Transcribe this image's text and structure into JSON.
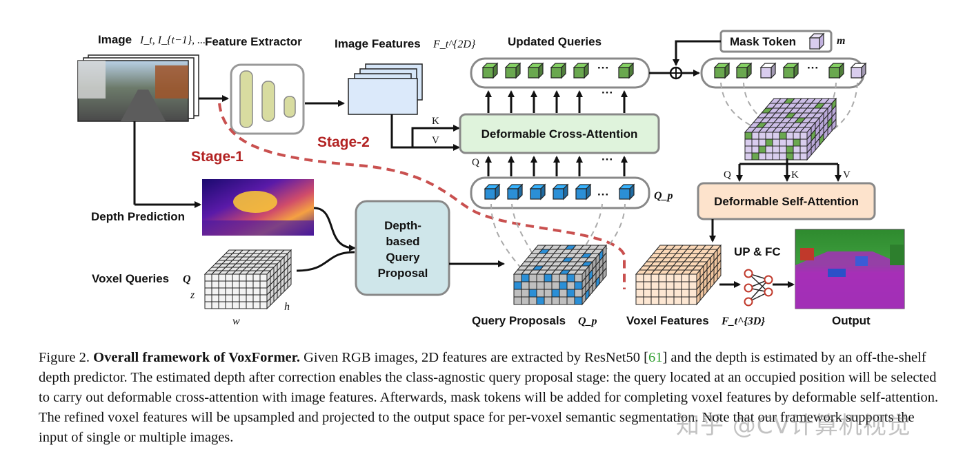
{
  "figure": {
    "image_label": "Image",
    "image_math": "I_t, I_{t−1}, ...",
    "feature_extractor": "Feature Extractor",
    "image_features": "Image Features",
    "image_features_math": "F_t^{2D}",
    "updated_queries": "Updated Queries",
    "mask_token": "Mask Token",
    "mask_token_math": "m",
    "deformable_cross_attention": "Deformable Cross-Attention",
    "deformable_self_attention": "Deformable Self-Attention",
    "stage1": "Stage-1",
    "stage2": "Stage-2",
    "depth_prediction": "Depth Prediction",
    "voxel_queries": "Voxel Queries",
    "voxel_queries_math": "Q",
    "depth_query_proposal": [
      "Depth-",
      "based",
      "Query",
      "Proposal"
    ],
    "query_proposals": "Query Proposals",
    "qp_math": "Q_p",
    "voxel_features": "Voxel Features",
    "voxel_features_math": "F_t^{3D}",
    "up_fc": "UP & FC",
    "output": "Output",
    "dim_z": "z",
    "dim_w": "w",
    "dim_h": "h",
    "K": "K",
    "V": "V",
    "Q": "Q",
    "ellipsis": "···"
  },
  "caption": {
    "prefix": "Figure 2. ",
    "title": "Overall framework of VoxFormer.",
    "text1": " Given RGB images, 2D features are extracted by ResNet50 [",
    "ref": "61",
    "text2": "] and the depth is estimated by an off-the-shelf depth predictor. The estimated depth after correction enables the class-agnostic query proposal stage: the query located at an occupied position will be selected to carry out deformable cross-attention with image features. Afterwards, mask tokens will be added for completing voxel features by deformable self-attention. The refined voxel features will be upsampled and projected to the output space for per-voxel semantic segmentation. Note that our framework supports the input of single or multiple images."
  },
  "watermark": "知乎 @CV计算机视觉",
  "colors": {
    "query_green": "#6aa84f",
    "query_blue": "#2b8fd6",
    "mask_purple": "#d9cdee",
    "cross_attn_fill": "#dff3dc",
    "self_attn_fill": "#fde3cc",
    "proposal_fill": "#cfe6ea",
    "stage_red": "#b22222",
    "voxel_feature_fill": "#fde7d3"
  }
}
